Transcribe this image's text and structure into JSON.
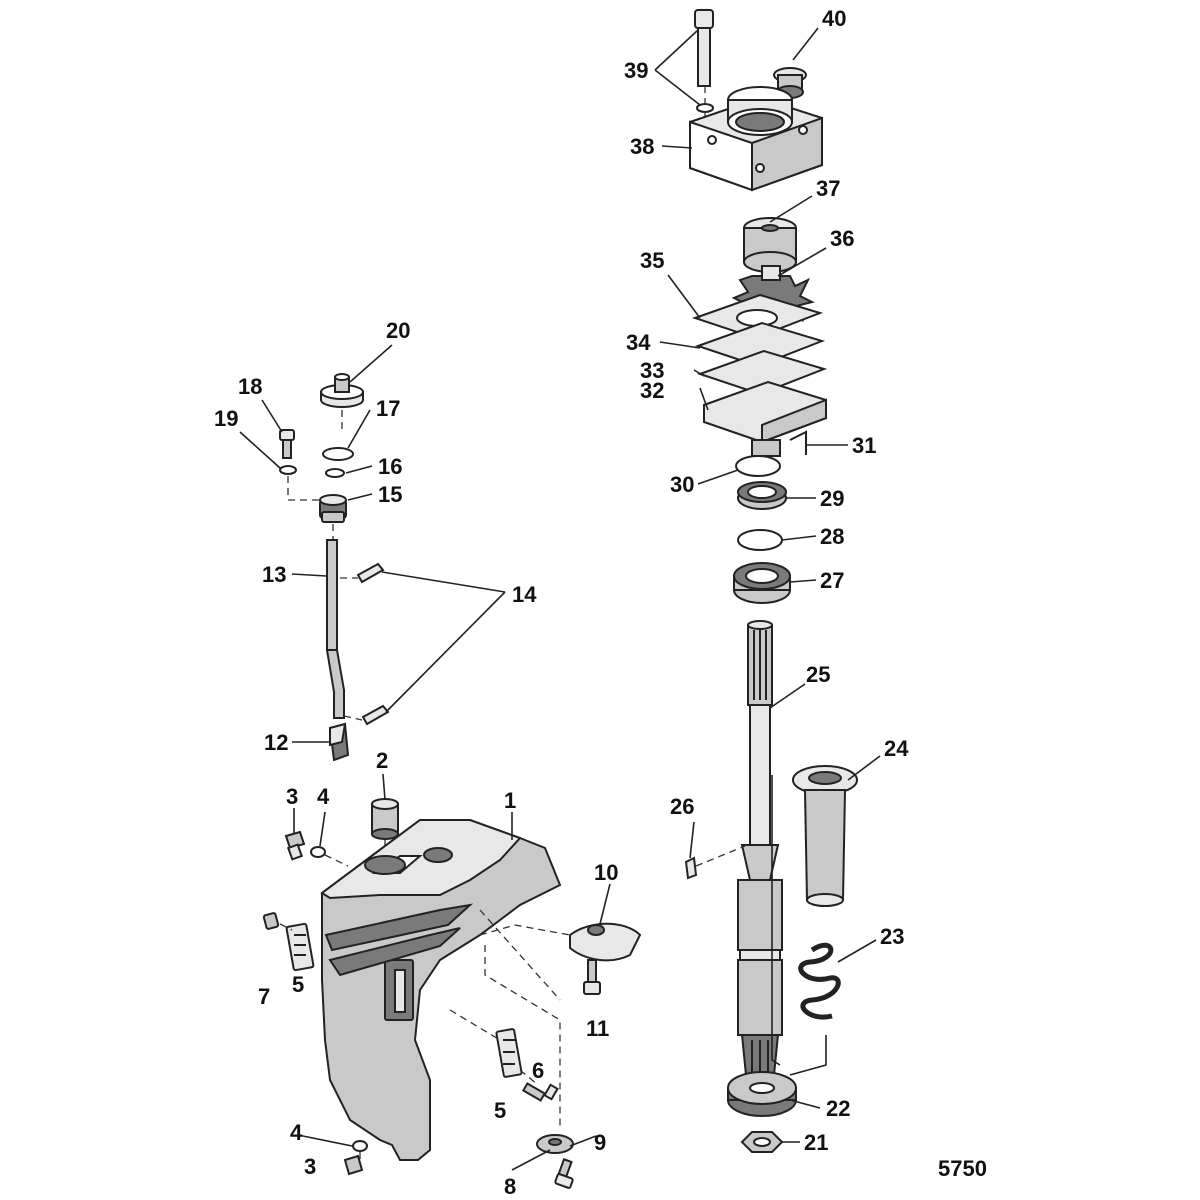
{
  "diagram": {
    "reference_number": "5750",
    "callouts": [
      {
        "id": "c1",
        "label": "1"
      },
      {
        "id": "c2",
        "label": "2"
      },
      {
        "id": "c3a",
        "label": "3"
      },
      {
        "id": "c3b",
        "label": "3"
      },
      {
        "id": "c4a",
        "label": "4"
      },
      {
        "id": "c4b",
        "label": "4"
      },
      {
        "id": "c5a",
        "label": "5"
      },
      {
        "id": "c5b",
        "label": "5"
      },
      {
        "id": "c6",
        "label": "6"
      },
      {
        "id": "c7",
        "label": "7"
      },
      {
        "id": "c8",
        "label": "8"
      },
      {
        "id": "c9",
        "label": "9"
      },
      {
        "id": "c10",
        "label": "10"
      },
      {
        "id": "c11",
        "label": "11"
      },
      {
        "id": "c12",
        "label": "12"
      },
      {
        "id": "c13",
        "label": "13"
      },
      {
        "id": "c14",
        "label": "14"
      },
      {
        "id": "c15",
        "label": "15"
      },
      {
        "id": "c16",
        "label": "16"
      },
      {
        "id": "c17",
        "label": "17"
      },
      {
        "id": "c18",
        "label": "18"
      },
      {
        "id": "c19",
        "label": "19"
      },
      {
        "id": "c20",
        "label": "20"
      },
      {
        "id": "c21",
        "label": "21"
      },
      {
        "id": "c22",
        "label": "22"
      },
      {
        "id": "c23",
        "label": "23"
      },
      {
        "id": "c24",
        "label": "24"
      },
      {
        "id": "c25",
        "label": "25"
      },
      {
        "id": "c26",
        "label": "26"
      },
      {
        "id": "c27",
        "label": "27"
      },
      {
        "id": "c28",
        "label": "28"
      },
      {
        "id": "c29",
        "label": "29"
      },
      {
        "id": "c30",
        "label": "30"
      },
      {
        "id": "c31",
        "label": "31"
      },
      {
        "id": "c32",
        "label": "32"
      },
      {
        "id": "c33",
        "label": "33"
      },
      {
        "id": "c34",
        "label": "34"
      },
      {
        "id": "c35",
        "label": "35"
      },
      {
        "id": "c36",
        "label": "36"
      },
      {
        "id": "c37",
        "label": "37"
      },
      {
        "id": "c38",
        "label": "38"
      },
      {
        "id": "c39",
        "label": "39"
      },
      {
        "id": "c40",
        "label": "40"
      }
    ]
  }
}
